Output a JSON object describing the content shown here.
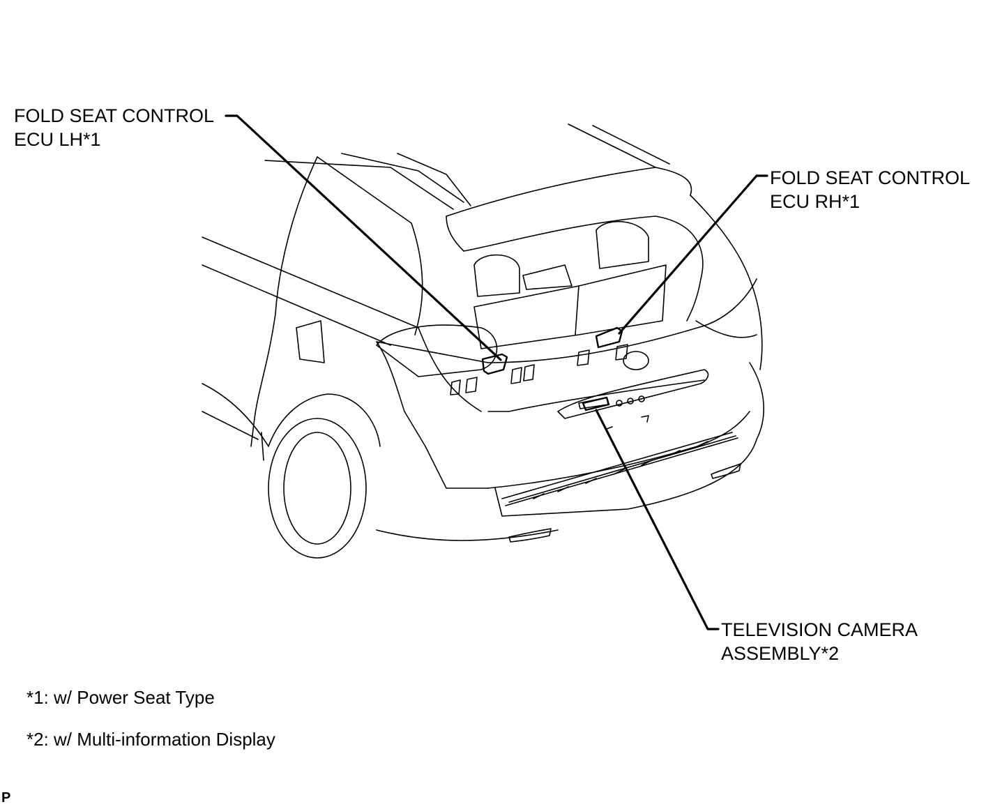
{
  "callouts": {
    "ecu_lh": [
      "FOLD SEAT CONTROL",
      "ECU LH*1"
    ],
    "ecu_rh": [
      "FOLD SEAT CONTROL",
      "ECU RH*1"
    ],
    "camera": [
      "TELEVISION CAMERA",
      "ASSEMBLY*2"
    ]
  },
  "notes": [
    "*1: w/ Power Seat Type",
    "*2: w/ Multi-information Display"
  ],
  "corner_code": "P"
}
